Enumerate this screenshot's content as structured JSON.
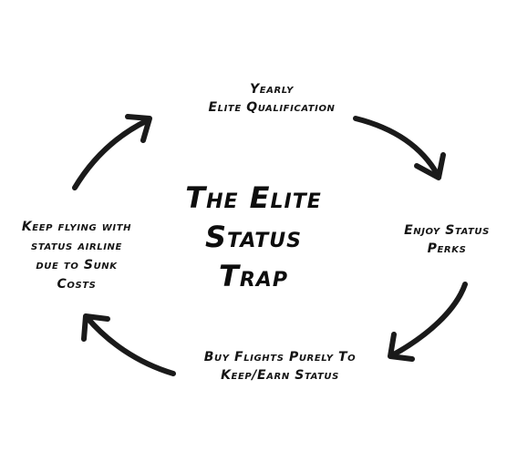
{
  "title": {
    "lines": [
      "The Elite",
      "Status",
      "Trap"
    ]
  },
  "nodes": {
    "top": {
      "lines": [
        "Yearly",
        "Elite Qualification"
      ]
    },
    "right": {
      "lines": [
        "Enjoy Status",
        "Perks"
      ]
    },
    "bottom": {
      "lines": [
        "Buy Flights Purely To",
        "Keep/Earn Status"
      ]
    },
    "left": {
      "lines": [
        "Keep flying with",
        "status airline",
        "due to Sunk",
        "Costs"
      ]
    }
  }
}
